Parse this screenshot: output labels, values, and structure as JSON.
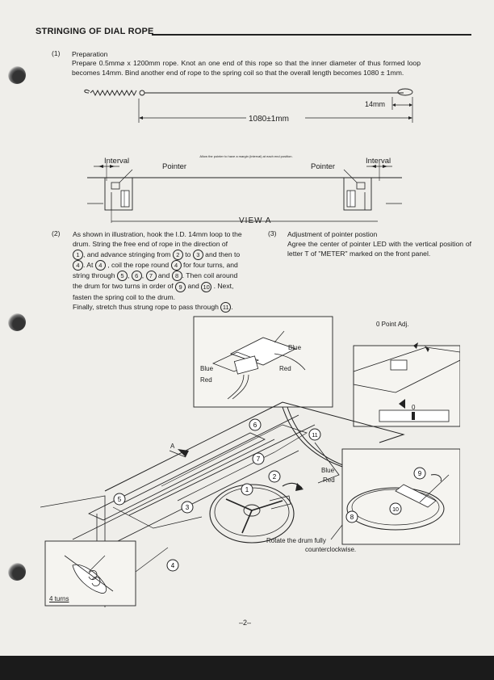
{
  "section_title": "STRINGING OF DIAL ROPE",
  "step1": {
    "num": "(1)",
    "heading": "Preparation",
    "text": "Prepare 0.5mm⌀ x 1200mm rope. Knot an one end of this rope so that the inner diameter of thus formed loop becomes 14mm. Bind another end of rope to the spring coil so that the overall length becomes 1080 ± 1mm.",
    "dim_14": "14mm",
    "dim_1080": "1080±1mm"
  },
  "view_a": {
    "interval_left": "Interval",
    "interval_right": "Interval",
    "pointer_left": "Pointer",
    "pointer_right": "Pointer",
    "note": "Allow the pointer to have a margin (interval) at each end position.",
    "caption": "VIEW A"
  },
  "step2": {
    "num": "(2)",
    "line1": "As shown in illustration, hook the I.D. 14mm loop to the",
    "line2": "drum. String the free end of rope in the direction of",
    "l3_a": ", and advance stringing from",
    "l3_b": "to",
    "l3_c": "and then to",
    "l4_a": ". At",
    "l4_b": ", coil the rope round",
    "l4_c": "for four turns, and",
    "l5_a": "string through",
    "l5_b": ",",
    "l5_c": ",",
    "l5_d": "and",
    "l5_e": ". Then coil around",
    "l6_a": "the drum for two turns in order of",
    "l6_b": "and",
    "l6_c": ". Next,",
    "line7": "fasten the spring coil to the drum.",
    "l8_a": "Finally, stretch thus strung rope to pass through"
  },
  "step3": {
    "num": "(3)",
    "heading": "Adjustment of pointer postion",
    "text": "Agree the center of pointer LED with the vertical position of letter T of \"METER\" marked on the front panel."
  },
  "circled": [
    "1",
    "2",
    "3",
    "4",
    "5",
    "6",
    "7",
    "8",
    "9",
    "10",
    "11"
  ],
  "figure": {
    "zero_point": "0 Point Adj.",
    "blue_top": "Blue",
    "red_top": "Red",
    "blue_left": "Blue",
    "red_left": "Red",
    "blue_mid": "Blue",
    "red_mid": "Red",
    "arrow_a": "A",
    "zero_mark": "0",
    "rotate_text": "Rotate the drum fully",
    "rotate_text2": "counterclockwise.",
    "four_turns": "4 turns"
  },
  "page_number": "–2–"
}
